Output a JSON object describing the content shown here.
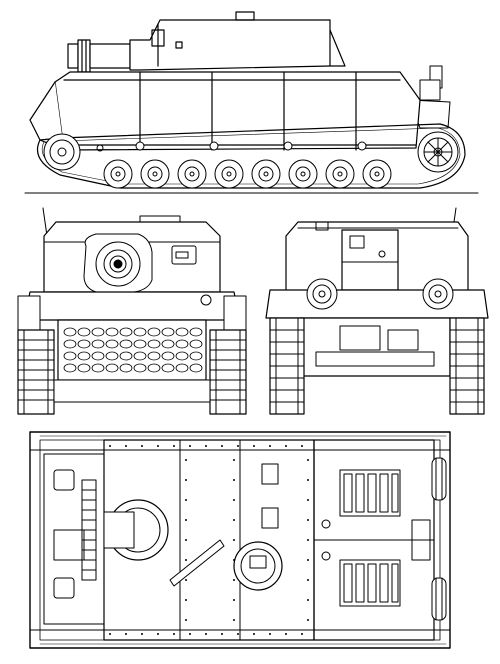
{
  "drawing": {
    "views": [
      {
        "id": "side-view"
      },
      {
        "id": "front-view"
      },
      {
        "id": "rear-view"
      },
      {
        "id": "top-view"
      }
    ],
    "line_color": "#000000",
    "background_color": "#ffffff",
    "road_wheels_per_side": 8,
    "return_rollers_per_side": 4
  }
}
